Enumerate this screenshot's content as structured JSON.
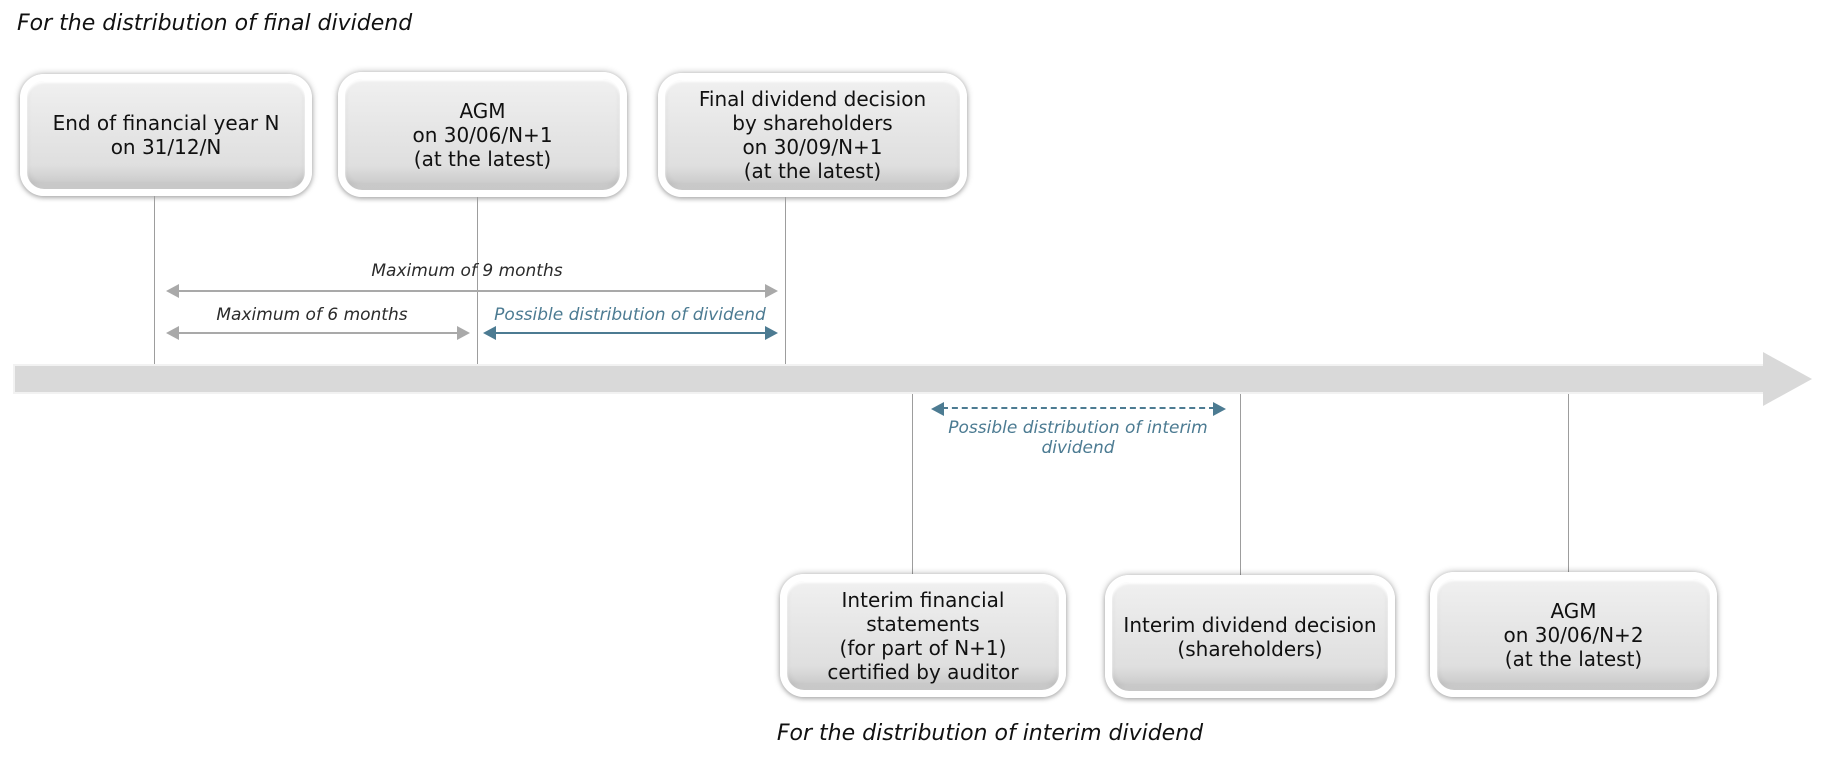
{
  "titles": {
    "final": "For the distribution of final dividend",
    "interim": "For the distribution of interim dividend"
  },
  "boxes": [
    {
      "id": "end-of-financial-year",
      "text": "End of financial year N\non 31/12/N"
    },
    {
      "id": "agm-n-plus-1",
      "text": "AGM\non 30/06/N+1\n(at the latest)"
    },
    {
      "id": "final-dividend-decision",
      "text": "Final dividend decision\nby shareholders\non 30/09/N+1\n(at the latest)"
    },
    {
      "id": "interim-financial-statements",
      "text": "Interim financial statements\n(for part of N+1)\ncertified by auditor"
    },
    {
      "id": "interim-dividend-decision",
      "text": "Interim dividend decision\n(shareholders)"
    },
    {
      "id": "agm-n-plus-2",
      "text": "AGM\non 30/06/N+2\n(at the latest)"
    }
  ],
  "arrows": [
    {
      "id": "max-9-months",
      "label": "Maximum of 9 months",
      "style": "gray",
      "color": "#a9a9a9"
    },
    {
      "id": "max-6-months",
      "label": "Maximum of 6 months",
      "style": "gray",
      "color": "#a9a9a9"
    },
    {
      "id": "possible-distribution",
      "label": "Possible distribution of dividend",
      "style": "teal-solid",
      "color": "#4c7b92"
    },
    {
      "id": "possible-distribution-interim",
      "label": "Possible distribution of interim\ndividend",
      "style": "teal-dashed",
      "color": "#4c7b92"
    }
  ],
  "colors": {
    "accent_teal": "#4c7b92",
    "arrow_gray": "#a9a9a9",
    "timeline_bar": "#d9d9d9",
    "box_fill": "#e3e3e3",
    "text": "#111111"
  }
}
